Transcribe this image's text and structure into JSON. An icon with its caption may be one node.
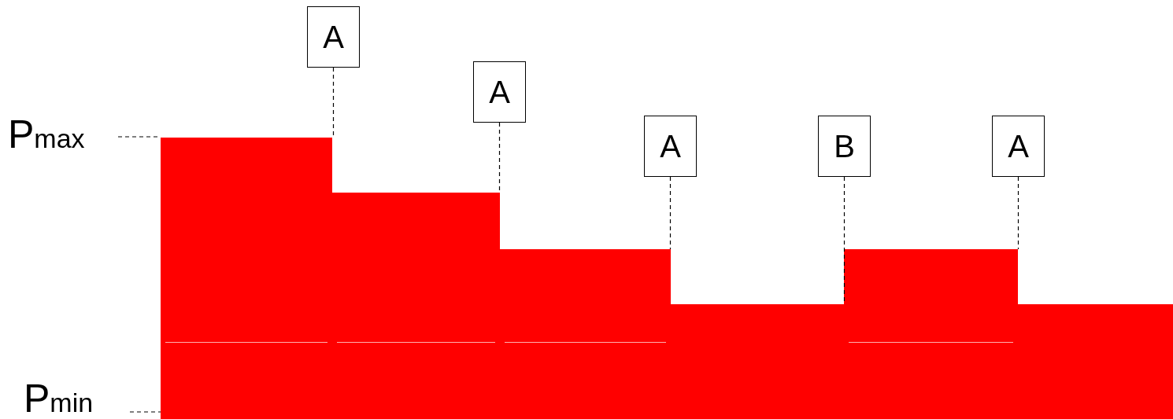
{
  "diagram": {
    "nodes": [
      {
        "text": [
          "A"
        ]
      },
      {
        "text": [
          "A"
        ]
      },
      {
        "text": [
          "A"
        ]
      },
      {
        "text": [
          "B"
        ]
      },
      {
        "text": [
          "A"
        ]
      },
      {
        "text": [
          "P$_{max}$"
        ]
      },
      {
        "text": [
          "P$_{min}$"
        ]
      },
      {
        "text": [],
        "shape": "bar"
      },
      {
        "text": [],
        "shape": "bar"
      },
      {
        "text": [],
        "shape": "bar"
      },
      {
        "text": [],
        "shape": "bar"
      },
      {
        "text": [],
        "shape": "bar"
      },
      {
        "text": [],
        "shape": "bar"
      }
    ],
    "edges": [
      {
        "from": 0,
        "to": 7,
        "arrow": "none",
        "style": "dashed"
      },
      {
        "from": 1,
        "to": 8,
        "arrow": "none",
        "style": "dashed"
      },
      {
        "from": 2,
        "to": 9,
        "arrow": "none",
        "style": "dashed"
      },
      {
        "from": 3,
        "to": 10,
        "arrow": "none",
        "style": "dashed"
      },
      {
        "from": 4,
        "to": 11,
        "arrow": "none",
        "style": "dashed"
      },
      {
        "from": 5,
        "to": 7,
        "arrow": "none",
        "style": "dashed"
      },
      {
        "from": 6,
        "to": 7,
        "arrow": "none",
        "style": "dashed"
      }
    ]
  }
}
